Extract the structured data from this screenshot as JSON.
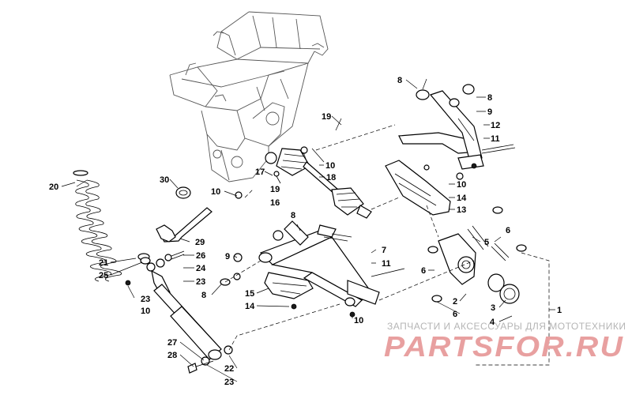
{
  "diagram": {
    "part_labels": {
      "l1": "1",
      "l2": "2",
      "l3": "3",
      "l4": "4",
      "l5": "5",
      "l6a": "6",
      "l6b": "6",
      "l6c": "6",
      "l7": "7",
      "l8a": "8",
      "l8b": "8",
      "l8c": "8",
      "l8d": "8",
      "l9a": "9",
      "l9b": "9",
      "l10a": "10",
      "l10b": "10",
      "l10c": "10",
      "l10d": "10",
      "l10e": "10",
      "l11a": "11",
      "l11b": "11",
      "l12": "12",
      "l13": "13",
      "l14a": "14",
      "l14b": "14",
      "l15": "15",
      "l16": "16",
      "l17": "17",
      "l18": "18",
      "l19a": "19",
      "l19b": "19",
      "l20": "20",
      "l21": "21",
      "l22": "22",
      "l23a": "23",
      "l23b": "23",
      "l23c": "23",
      "l24": "24",
      "l25": "25",
      "l26": "26",
      "l27": "27",
      "l28": "28",
      "l29": "29",
      "l30": "30"
    }
  },
  "watermark": {
    "caption": "ЗАПЧАСТИ И АКСЕССУАРЫ ДЛЯ МОТОТЕХНИКИ",
    "logo_text": "PARTSFOR.RU",
    "logo_color": "#e8a0a0",
    "caption_color": "#b5b5b5"
  }
}
